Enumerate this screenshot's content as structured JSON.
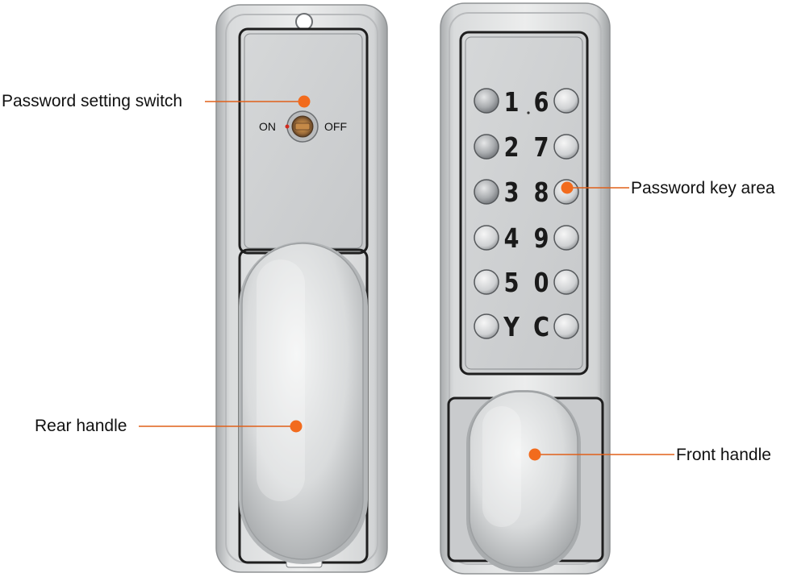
{
  "callouts": {
    "password_setting_switch": "Password setting switch",
    "password_key_area": "Password key area",
    "rear_handle": "Rear handle",
    "front_handle": "Front handle"
  },
  "switch": {
    "on_label": "ON",
    "off_label": "OFF"
  },
  "keypad": {
    "left_column": [
      "1",
      "2",
      "3",
      "4",
      "5",
      "Y"
    ],
    "right_column": [
      "6",
      "7",
      "8",
      "9",
      "0",
      "C"
    ]
  },
  "colors": {
    "callout_marker": "#f26b1d",
    "callout_line": "#e0601a",
    "metal": "#cfd2d4",
    "border_dark": "#1e1e1e"
  }
}
